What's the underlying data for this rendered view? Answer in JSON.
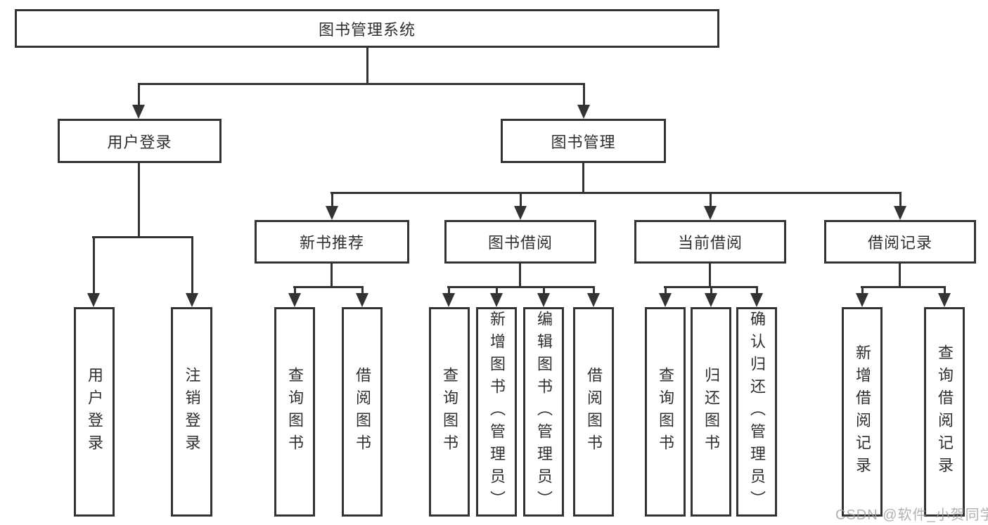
{
  "tree": {
    "root": "图书管理系统",
    "branches": [
      {
        "label": "用户登录",
        "children": [
          "用户登录",
          "注销登录"
        ]
      },
      {
        "label": "图书管理",
        "groups": [
          {
            "label": "新书推荐",
            "children": [
              "查询图书",
              "借阅图书"
            ]
          },
          {
            "label": "图书借阅",
            "children": [
              "查询图书",
              "新增图书（管理员）",
              "编辑图书（管理员）",
              "借阅图书"
            ]
          },
          {
            "label": "当前借阅",
            "children": [
              "查询图书",
              "归还图书",
              "确认归还（管理员）"
            ]
          },
          {
            "label": "借阅记录",
            "children": [
              "新增借阅记录",
              "查询借阅记录"
            ]
          }
        ]
      }
    ]
  },
  "watermark": {
    "text": "CSDN @软件_小贺同学"
  },
  "colors": {
    "line": "#333333",
    "text": "#2f2f2f",
    "background": "#ffffff",
    "watermark": "#9e9e9e"
  }
}
